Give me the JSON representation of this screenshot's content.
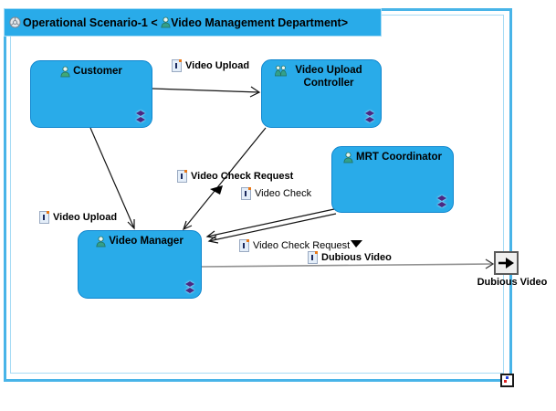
{
  "diagram": {
    "title_part1": "Operational Scenario-1 < ",
    "title_part2": "Video Management Department>"
  },
  "entities": {
    "customer": "Customer",
    "video_upload_controller": "Video Upload Controller",
    "mrt_coordinator": "MRT Coordinator",
    "video_manager": "Video Manager"
  },
  "exchanges": {
    "video_upload_1": "Video Upload",
    "video_upload_2": "Video Upload",
    "video_check_request_1": "Video Check Request",
    "video_check": "Video Check",
    "video_check_request_2": "Video Check Request",
    "dubious_video": "Dubious Video"
  },
  "port": {
    "label": "Dubious Video"
  },
  "colors": {
    "node_fill": "#29ABE9",
    "node_border": "#0F86CE",
    "frame": "#48B4E8",
    "frame_light": "#A8DCF5",
    "decorator": "#4B2882",
    "gray_line": "#909090"
  }
}
